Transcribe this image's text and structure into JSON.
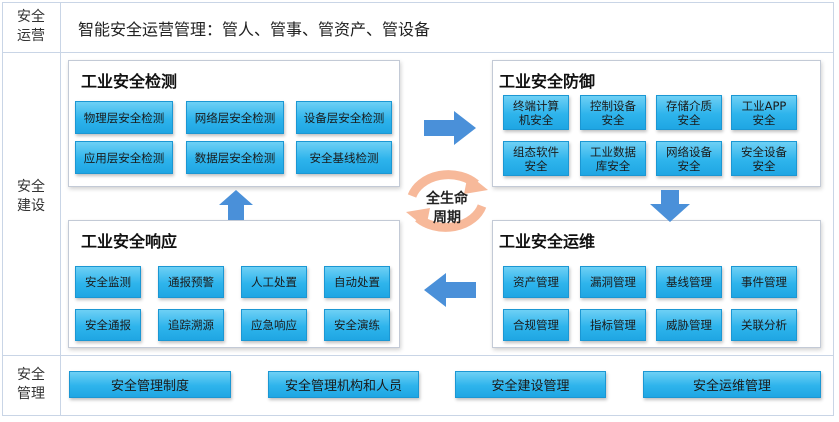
{
  "sidebar": {
    "operations": [
      "安全",
      "运营"
    ],
    "construction": [
      "安全",
      "建设"
    ],
    "management": [
      "安全",
      "管理"
    ]
  },
  "operations_title": "智能安全运营管理：管人、管事、管资产、管设备",
  "detection": {
    "title": "工业安全检测",
    "items": [
      "物理层安全检测",
      "网络层安全检测",
      "设备层安全检测",
      "应用层安全检测",
      "数据层安全检测",
      "安全基线检测"
    ]
  },
  "defense": {
    "title": "工业安全防御",
    "items": [
      [
        "终端计算",
        "机安全"
      ],
      [
        "控制设备",
        "安全"
      ],
      [
        "存储介质",
        "安全"
      ],
      [
        "工业APP",
        "安全"
      ],
      [
        "组态软件",
        "安全"
      ],
      [
        "工业数据",
        "库安全"
      ],
      [
        "网络设备",
        "安全"
      ],
      [
        "安全设备",
        "安全"
      ]
    ]
  },
  "response": {
    "title": "工业安全响应",
    "items": [
      "安全监测",
      "通报预警",
      "人工处置",
      "自动处置",
      "安全通报",
      "追踪溯源",
      "应急响应",
      "安全演练"
    ]
  },
  "maintenance": {
    "title": "工业安全运维",
    "items": [
      "资产管理",
      "漏洞管理",
      "基线管理",
      "事件管理",
      "合规管理",
      "指标管理",
      "威胁管理",
      "关联分析"
    ]
  },
  "lifecycle": [
    "全生命",
    "周期"
  ],
  "management_items": [
    "安全管理制度",
    "安全管理机构和人员",
    "安全建设管理",
    "安全运维管理"
  ],
  "colors": {
    "cell_top": "#6ed0f5",
    "cell_bottom": "#1fa6e3",
    "arrow": "#4a90d9",
    "cycle": "#f7b99a",
    "border": "#c9d5e6"
  }
}
